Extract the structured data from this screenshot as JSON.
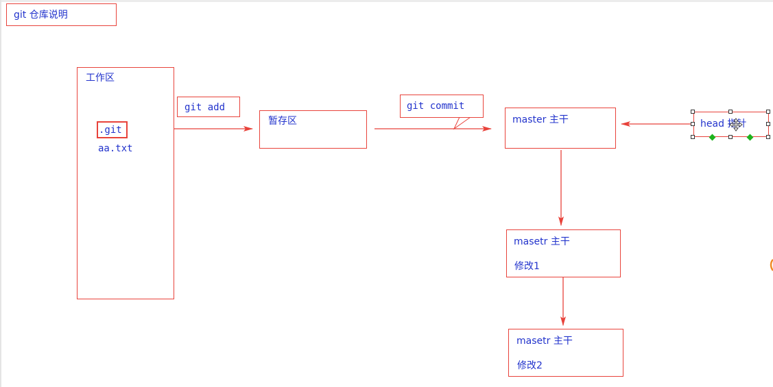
{
  "title": "git 仓库说明",
  "workspace": {
    "label": "工作区",
    "files": [
      ".git",
      "aa.txt"
    ]
  },
  "staging": {
    "label": "暂存区"
  },
  "commands": {
    "add": "git add",
    "commit": "git commit"
  },
  "master_node": {
    "name": "master 主干"
  },
  "head_pointer": {
    "label": "head 指针"
  },
  "commits": [
    {
      "name": "masetr 主干",
      "note": "修改1"
    },
    {
      "name": "masetr 主干",
      "note": "修改2"
    }
  ],
  "colors": {
    "border": "#e8423a",
    "text": "#2233cc",
    "arrow": "#e8423a",
    "selection_handle": "#1db31d"
  }
}
